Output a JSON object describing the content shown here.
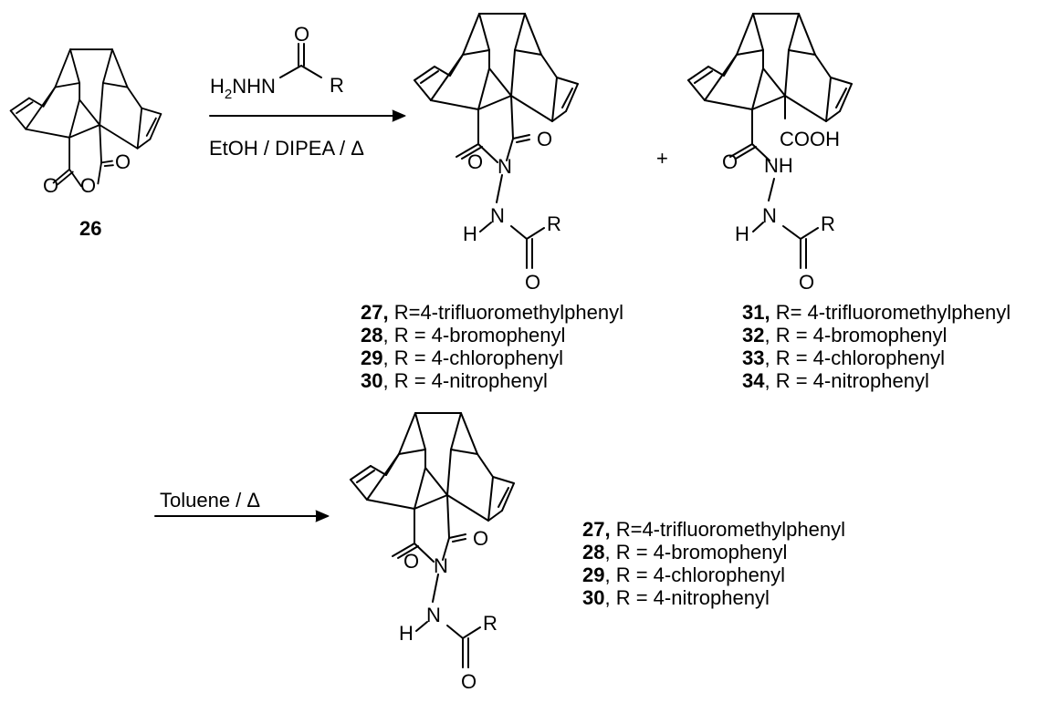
{
  "reaction1": {
    "reagent_above": {
      "prefix": "H",
      "sub": "2",
      "suffix": "NHN",
      "carbonyl_o": "O",
      "r_group": "R"
    },
    "conditions_below": "EtOH / DIPEA / Δ"
  },
  "reaction2": {
    "conditions_above": "Toluene / Δ"
  },
  "plus_sign": "+",
  "compounds": {
    "anhydride": {
      "label": "26",
      "o1": "O",
      "o2": "O",
      "o3": "O"
    },
    "imide_a": {
      "o1": "O",
      "o2": "O",
      "n1": "N",
      "n2": "N",
      "h": "H",
      "o3": "O",
      "r": "R"
    },
    "acid": {
      "o1": "O",
      "cooh": "COOH",
      "nh": "NH",
      "n2": "N",
      "h": "H",
      "o3": "O",
      "r": "R"
    },
    "imide_b": {
      "o1": "O",
      "o2": "O",
      "n1": "N",
      "n2": "N",
      "h": "H",
      "o3": "O",
      "r": "R"
    }
  },
  "legend_imides_top": [
    {
      "num": "27,",
      "desc": " R=4-trifluoromethylphenyl"
    },
    {
      "num": "28",
      "desc": ", R = 4-bromophenyl"
    },
    {
      "num": "29",
      "desc": ", R = 4-chlorophenyl"
    },
    {
      "num": "30",
      "desc": ", R = 4-nitrophenyl"
    }
  ],
  "legend_acids": [
    {
      "num": "31,",
      "desc": " R= 4-trifluoromethylphenyl"
    },
    {
      "num": "32",
      "desc": ", R = 4-bromophenyl"
    },
    {
      "num": "33",
      "desc": ", R = 4-chlorophenyl"
    },
    {
      "num": "34",
      "desc": ", R = 4-nitrophenyl"
    }
  ],
  "legend_imides_bottom": [
    {
      "num": "27,",
      "desc": " R=4-trifluoromethylphenyl"
    },
    {
      "num": "28",
      "desc": ", R = 4-bromophenyl"
    },
    {
      "num": "29",
      "desc": ", R = 4-chlorophenyl"
    },
    {
      "num": "30",
      "desc": ", R = 4-nitrophenyl"
    }
  ]
}
